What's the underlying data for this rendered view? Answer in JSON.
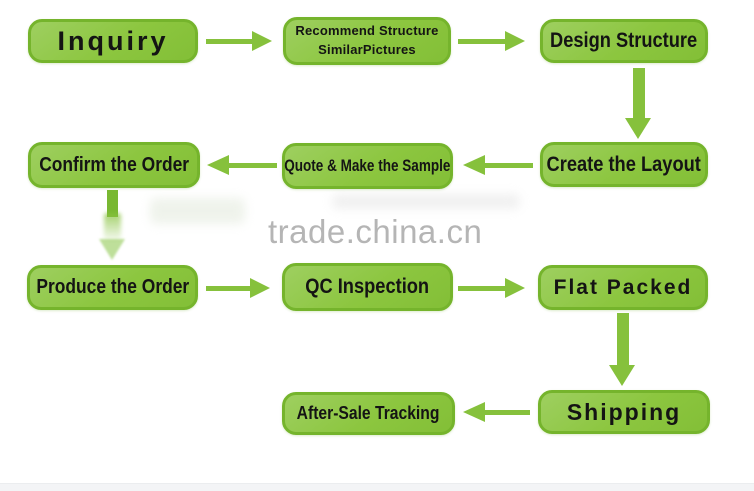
{
  "diagram": {
    "type": "flowchart",
    "watermark": {
      "text": "trade.china.cn",
      "color": "#b5b5b5"
    },
    "colors": {
      "box_fill": "#8cc63f",
      "box_fill_light": "#9ecf60",
      "box_border": "#75b42c",
      "arrow": "#86c13c",
      "label_text": "#141414",
      "background": "#ffffff"
    },
    "nodes": [
      {
        "id": "inquiry",
        "label": "Inquiry"
      },
      {
        "id": "recommend",
        "label_line1": "Recommend Structure",
        "label_line2": "SimilarPictures"
      },
      {
        "id": "design-structure",
        "label": "Design Structure"
      },
      {
        "id": "create-layout",
        "label": "Create the Layout"
      },
      {
        "id": "quote-sample",
        "label": "Quote & Make the Sample"
      },
      {
        "id": "confirm-order",
        "label": "Confirm the Order"
      },
      {
        "id": "produce-order",
        "label": "Produce the Order"
      },
      {
        "id": "qc-inspection",
        "label": "QC Inspection"
      },
      {
        "id": "flat-packed",
        "label": "Flat Packed"
      },
      {
        "id": "shipping",
        "label": "Shipping"
      },
      {
        "id": "after-sale",
        "label": "After-Sale Tracking"
      }
    ],
    "edges": [
      {
        "from": "Inquiry",
        "to": "Recommend Structure SimilarPictures",
        "direction": "right"
      },
      {
        "from": "Recommend Structure SimilarPictures",
        "to": "Design Structure",
        "direction": "right"
      },
      {
        "from": "Design Structure",
        "to": "Create the Layout",
        "direction": "down"
      },
      {
        "from": "Create the Layout",
        "to": "Quote & Make the Sample",
        "direction": "left"
      },
      {
        "from": "Quote & Make the Sample",
        "to": "Confirm the Order",
        "direction": "left"
      },
      {
        "from": "Confirm the Order",
        "to": "Produce the Order",
        "direction": "down"
      },
      {
        "from": "Produce the Order",
        "to": "QC Inspection",
        "direction": "right"
      },
      {
        "from": "QC Inspection",
        "to": "Flat Packed",
        "direction": "right"
      },
      {
        "from": "Flat Packed",
        "to": "Shipping",
        "direction": "down"
      },
      {
        "from": "Shipping",
        "to": "After-Sale Tracking",
        "direction": "left"
      }
    ]
  }
}
